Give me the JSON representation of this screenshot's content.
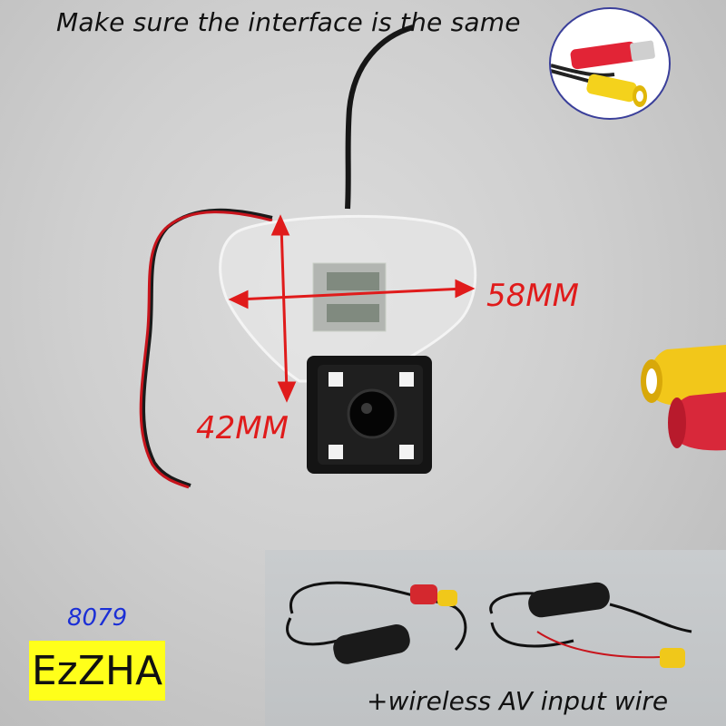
{
  "headline": "Make sure the interface is the same",
  "dimensions": {
    "width_label": "58MM",
    "height_label": "42MM"
  },
  "model_number": "8079",
  "brand": "EzZHA",
  "wireless": {
    "caption": "+wireless AV input wire"
  },
  "colors": {
    "label_red": "#e01b1b",
    "model_blue": "#1b2fd6",
    "brand_yellow": "#ffff1a"
  },
  "icons": [
    "rca-connector-icon",
    "backup-camera-icon",
    "wireless-transmitter-icon"
  ]
}
